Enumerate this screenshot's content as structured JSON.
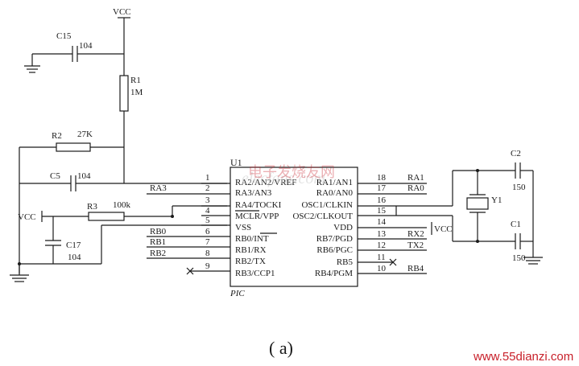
{
  "labels": {
    "vcc_top": "VCC",
    "vcc_left": "VCC",
    "vcc_right": "VCC",
    "c15_name": "C15",
    "c15_value": "104",
    "r1_name": "R1",
    "r1_value": "1M",
    "r2_name": "R2",
    "r2_value": "27K",
    "c5_name": "C5",
    "c5_value": "104",
    "r3_name": "R3",
    "r3_value": "100k",
    "c17_name": "C17",
    "c17_value": "104",
    "u1_name": "U1",
    "u1_type": "PIC",
    "c2_name": "C2",
    "c2_value": "150",
    "c1_name": "C1",
    "c1_value": "150",
    "y1_name": "Y1"
  },
  "left_pins": [
    {
      "num": "1",
      "name": "RA2/AN2/VREF",
      "net": ""
    },
    {
      "num": "2",
      "name": "RA3/AN3",
      "net": "RA3"
    },
    {
      "num": "3",
      "name": "RA4/TOCKI",
      "net": ""
    },
    {
      "num": "4",
      "name": "MCLR/VPP",
      "net": ""
    },
    {
      "num": "5",
      "name": "VSS",
      "net": ""
    },
    {
      "num": "6",
      "name": "RB0/INT",
      "net": "RB0"
    },
    {
      "num": "7",
      "name": "RB1/RX",
      "net": "RB1"
    },
    {
      "num": "8",
      "name": "RB2/TX",
      "net": "RB2"
    },
    {
      "num": "9",
      "name": "RB3/CCP1",
      "net": ""
    }
  ],
  "right_pins": [
    {
      "num": "18",
      "name": "RA1/AN1",
      "net": "RA1"
    },
    {
      "num": "17",
      "name": "RA0/AN0",
      "net": "RA0"
    },
    {
      "num": "16",
      "name": "OSC1/CLKIN",
      "net": ""
    },
    {
      "num": "15",
      "name": "OSC2/CLKOUT",
      "net": ""
    },
    {
      "num": "14",
      "name": "VDD",
      "net": ""
    },
    {
      "num": "13",
      "name": "RB7/PGD",
      "net": "RX2"
    },
    {
      "num": "12",
      "name": "RB6/PGC",
      "net": "TX2"
    },
    {
      "num": "11",
      "name": "RB5",
      "net": ""
    },
    {
      "num": "10",
      "name": "RB4/PGM",
      "net": "RB4"
    }
  ],
  "caption": "( a)",
  "watermark_center": "电子发烧友网",
  "watermark_site": "www.55dianzi.com",
  "watermark_ghost": "elecfans.com"
}
